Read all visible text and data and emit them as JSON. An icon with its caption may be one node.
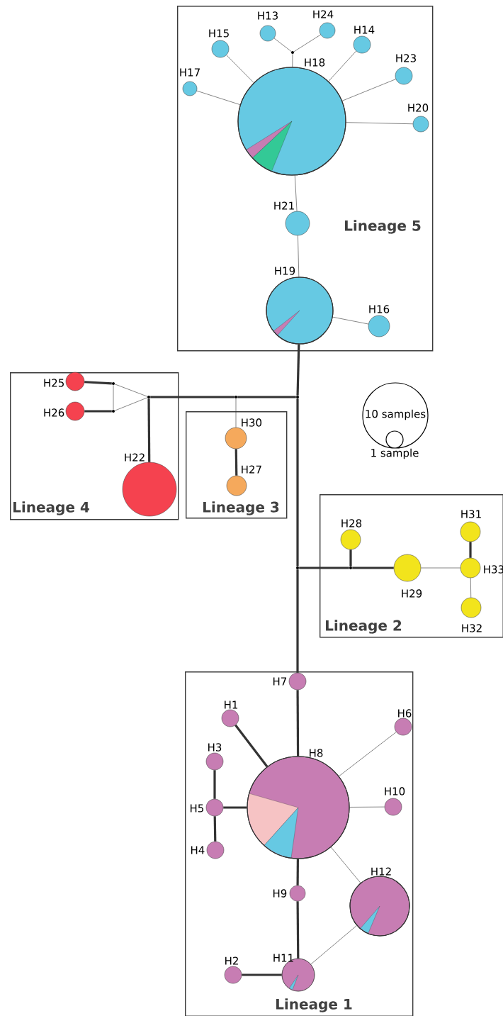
{
  "diagram": {
    "nodes": [
      {
        "text": [
          "Lineage 5"
        ]
      },
      {
        "text": [
          "H13"
        ],
        "in": 0
      },
      {
        "text": [
          "H24"
        ],
        "in": 0
      },
      {
        "text": [],
        "shape": "circle",
        "in": 0
      },
      {
        "text": [
          "H15"
        ],
        "in": 0
      },
      {
        "text": [
          "H14"
        ],
        "in": 0
      },
      {
        "text": [
          "H17"
        ],
        "in": 0
      },
      {
        "text": [
          "H18"
        ],
        "in": 0
      },
      {
        "text": [
          "H23"
        ],
        "in": 0
      },
      {
        "text": [
          "H20"
        ],
        "in": 0
      },
      {
        "text": [
          "H21"
        ],
        "in": 0
      },
      {
        "text": [
          "H19"
        ],
        "in": 0
      },
      {
        "text": [
          "H16"
        ],
        "in": 0
      },
      {
        "text": [
          "Lineage 4"
        ]
      },
      {
        "text": [
          "H25"
        ],
        "in": 13
      },
      {
        "text": [
          "H26"
        ],
        "in": 13
      },
      {
        "text": [],
        "shape": "circle",
        "in": 13
      },
      {
        "text": [],
        "shape": "circle",
        "in": 13
      },
      {
        "text": [],
        "shape": "circle",
        "in": 13
      },
      {
        "text": [
          "H22"
        ],
        "in": 13
      },
      {
        "text": [
          "Lineage 3"
        ]
      },
      {
        "text": [
          "H30"
        ],
        "in": 20
      },
      {
        "text": [
          "H27"
        ],
        "in": 20
      },
      {
        "text": [],
        "shape": "circle"
      },
      {
        "text": [],
        "shape": "circle"
      },
      {
        "text": [
          "Lineage 2"
        ]
      },
      {
        "text": [
          "H28"
        ],
        "in": 25
      },
      {
        "text": [
          "H29"
        ],
        "in": 25
      },
      {
        "text": [
          "H31"
        ],
        "in": 25
      },
      {
        "text": [
          "H33"
        ],
        "in": 25
      },
      {
        "text": [
          "H32"
        ],
        "in": 25
      },
      {
        "text": [],
        "shape": "circle"
      },
      {
        "text": [],
        "shape": "circle",
        "in": 25
      },
      {
        "text": [
          "Lineage 1"
        ]
      },
      {
        "text": [
          "H7"
        ],
        "in": 33
      },
      {
        "text": [
          "H1"
        ],
        "in": 33
      },
      {
        "text": [
          "H6"
        ],
        "in": 33
      },
      {
        "text": [
          "H3"
        ],
        "in": 33
      },
      {
        "text": [
          "H8"
        ],
        "in": 33
      },
      {
        "text": [
          "H5"
        ],
        "in": 33
      },
      {
        "text": [
          "H10"
        ],
        "in": 33
      },
      {
        "text": [
          "H4"
        ],
        "in": 33
      },
      {
        "text": [
          "H9"
        ],
        "in": 33
      },
      {
        "text": [
          "H12"
        ],
        "in": 33
      },
      {
        "text": [
          "H2"
        ],
        "in": 33
      },
      {
        "text": [
          "H11"
        ],
        "in": 33
      }
    ],
    "edges": [
      {
        "from": 3,
        "to": 1,
        "arrow": "none"
      },
      {
        "from": 3,
        "to": 2,
        "arrow": "none"
      },
      {
        "from": 3,
        "to": 7,
        "arrow": "none"
      },
      {
        "from": 4,
        "to": 7,
        "arrow": "none"
      },
      {
        "from": 5,
        "to": 7,
        "arrow": "none"
      },
      {
        "from": 6,
        "to": 7,
        "arrow": "none"
      },
      {
        "from": 8,
        "to": 7,
        "arrow": "none"
      },
      {
        "from": 9,
        "to": 7,
        "arrow": "none"
      },
      {
        "from": 7,
        "to": 10,
        "arrow": "none"
      },
      {
        "from": 10,
        "to": 11,
        "arrow": "none"
      },
      {
        "from": 11,
        "to": 12,
        "arrow": "none"
      },
      {
        "from": 11,
        "to": 24,
        "arrow": "none",
        "style": "thick"
      },
      {
        "from": 14,
        "to": 16,
        "arrow": "none",
        "style": "thick"
      },
      {
        "from": 15,
        "to": 17,
        "arrow": "none",
        "style": "thick"
      },
      {
        "from": 16,
        "to": 17,
        "arrow": "none"
      },
      {
        "from": 16,
        "to": 18,
        "arrow": "none"
      },
      {
        "from": 17,
        "to": 18,
        "arrow": "none"
      },
      {
        "from": 18,
        "to": 19,
        "arrow": "none",
        "style": "thick"
      },
      {
        "from": 18,
        "to": 23,
        "arrow": "none",
        "style": "thick"
      },
      {
        "from": 23,
        "to": 24,
        "arrow": "none",
        "style": "thick"
      },
      {
        "from": 23,
        "to": 21,
        "arrow": "none"
      },
      {
        "from": 21,
        "to": 22,
        "arrow": "none",
        "style": "thick"
      },
      {
        "from": 24,
        "to": 31,
        "arrow": "none",
        "style": "thick"
      },
      {
        "from": 31,
        "to": 32,
        "arrow": "none",
        "style": "thick"
      },
      {
        "from": 32,
        "to": 26,
        "arrow": "none",
        "style": "thick"
      },
      {
        "from": 32,
        "to": 27,
        "arrow": "none",
        "style": "thick"
      },
      {
        "from": 27,
        "to": 29,
        "arrow": "none"
      },
      {
        "from": 29,
        "to": 28,
        "arrow": "none",
        "style": "thick"
      },
      {
        "from": 29,
        "to": 30,
        "arrow": "none"
      },
      {
        "from": 31,
        "to": 34,
        "arrow": "none",
        "style": "thick"
      },
      {
        "from": 34,
        "to": 38,
        "arrow": "none",
        "style": "thick"
      },
      {
        "from": 35,
        "to": 38,
        "arrow": "none",
        "style": "thick"
      },
      {
        "from": 39,
        "to": 38,
        "arrow": "none",
        "style": "thick"
      },
      {
        "from": 37,
        "to": 39,
        "arrow": "none",
        "style": "thick"
      },
      {
        "from": 41,
        "to": 39,
        "arrow": "none",
        "style": "thick"
      },
      {
        "from": 36,
        "to": 38,
        "arrow": "none"
      },
      {
        "from": 40,
        "to": 38,
        "arrow": "none"
      },
      {
        "from": 38,
        "to": 42,
        "arrow": "none",
        "style": "thick"
      },
      {
        "from": 43,
        "to": 38,
        "arrow": "none"
      },
      {
        "from": 42,
        "to": 45,
        "arrow": "none",
        "style": "thick"
      },
      {
        "from": 44,
        "to": 45,
        "arrow": "none",
        "style": "thick"
      },
      {
        "from": 45,
        "to": 43,
        "arrow": "none"
      }
    ],
    "labels": [
      "10 samples",
      "1 sample"
    ]
  }
}
